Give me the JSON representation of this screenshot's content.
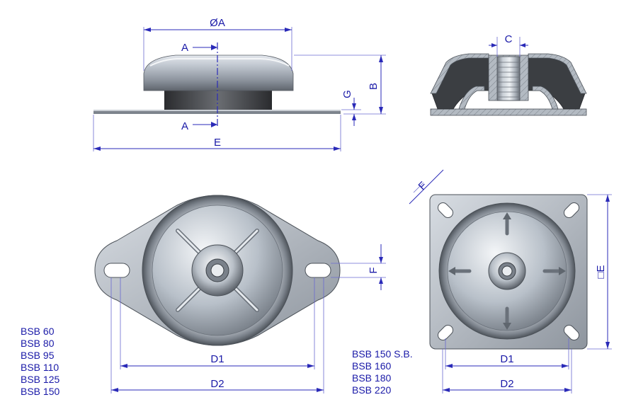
{
  "labels": {
    "dia_a": "ØA",
    "section": "A",
    "b": "B",
    "g": "G",
    "c": "C",
    "e": "E",
    "f": "F",
    "d1": "D1",
    "d2": "D2",
    "square_e": "□E"
  },
  "models_left": [
    "BSB 60",
    "BSB 80",
    "BSB 95",
    "BSB 110",
    "BSB 125",
    "BSB 150"
  ],
  "models_right": [
    "BSB 150 S.B.",
    "BSB 160",
    "BSB 180",
    "BSB 220"
  ],
  "colors": {
    "dimension": "#2a2ab8",
    "text": "#1a1aa8",
    "metal": "#9aa2ac",
    "rubber": "#3a3c40"
  }
}
